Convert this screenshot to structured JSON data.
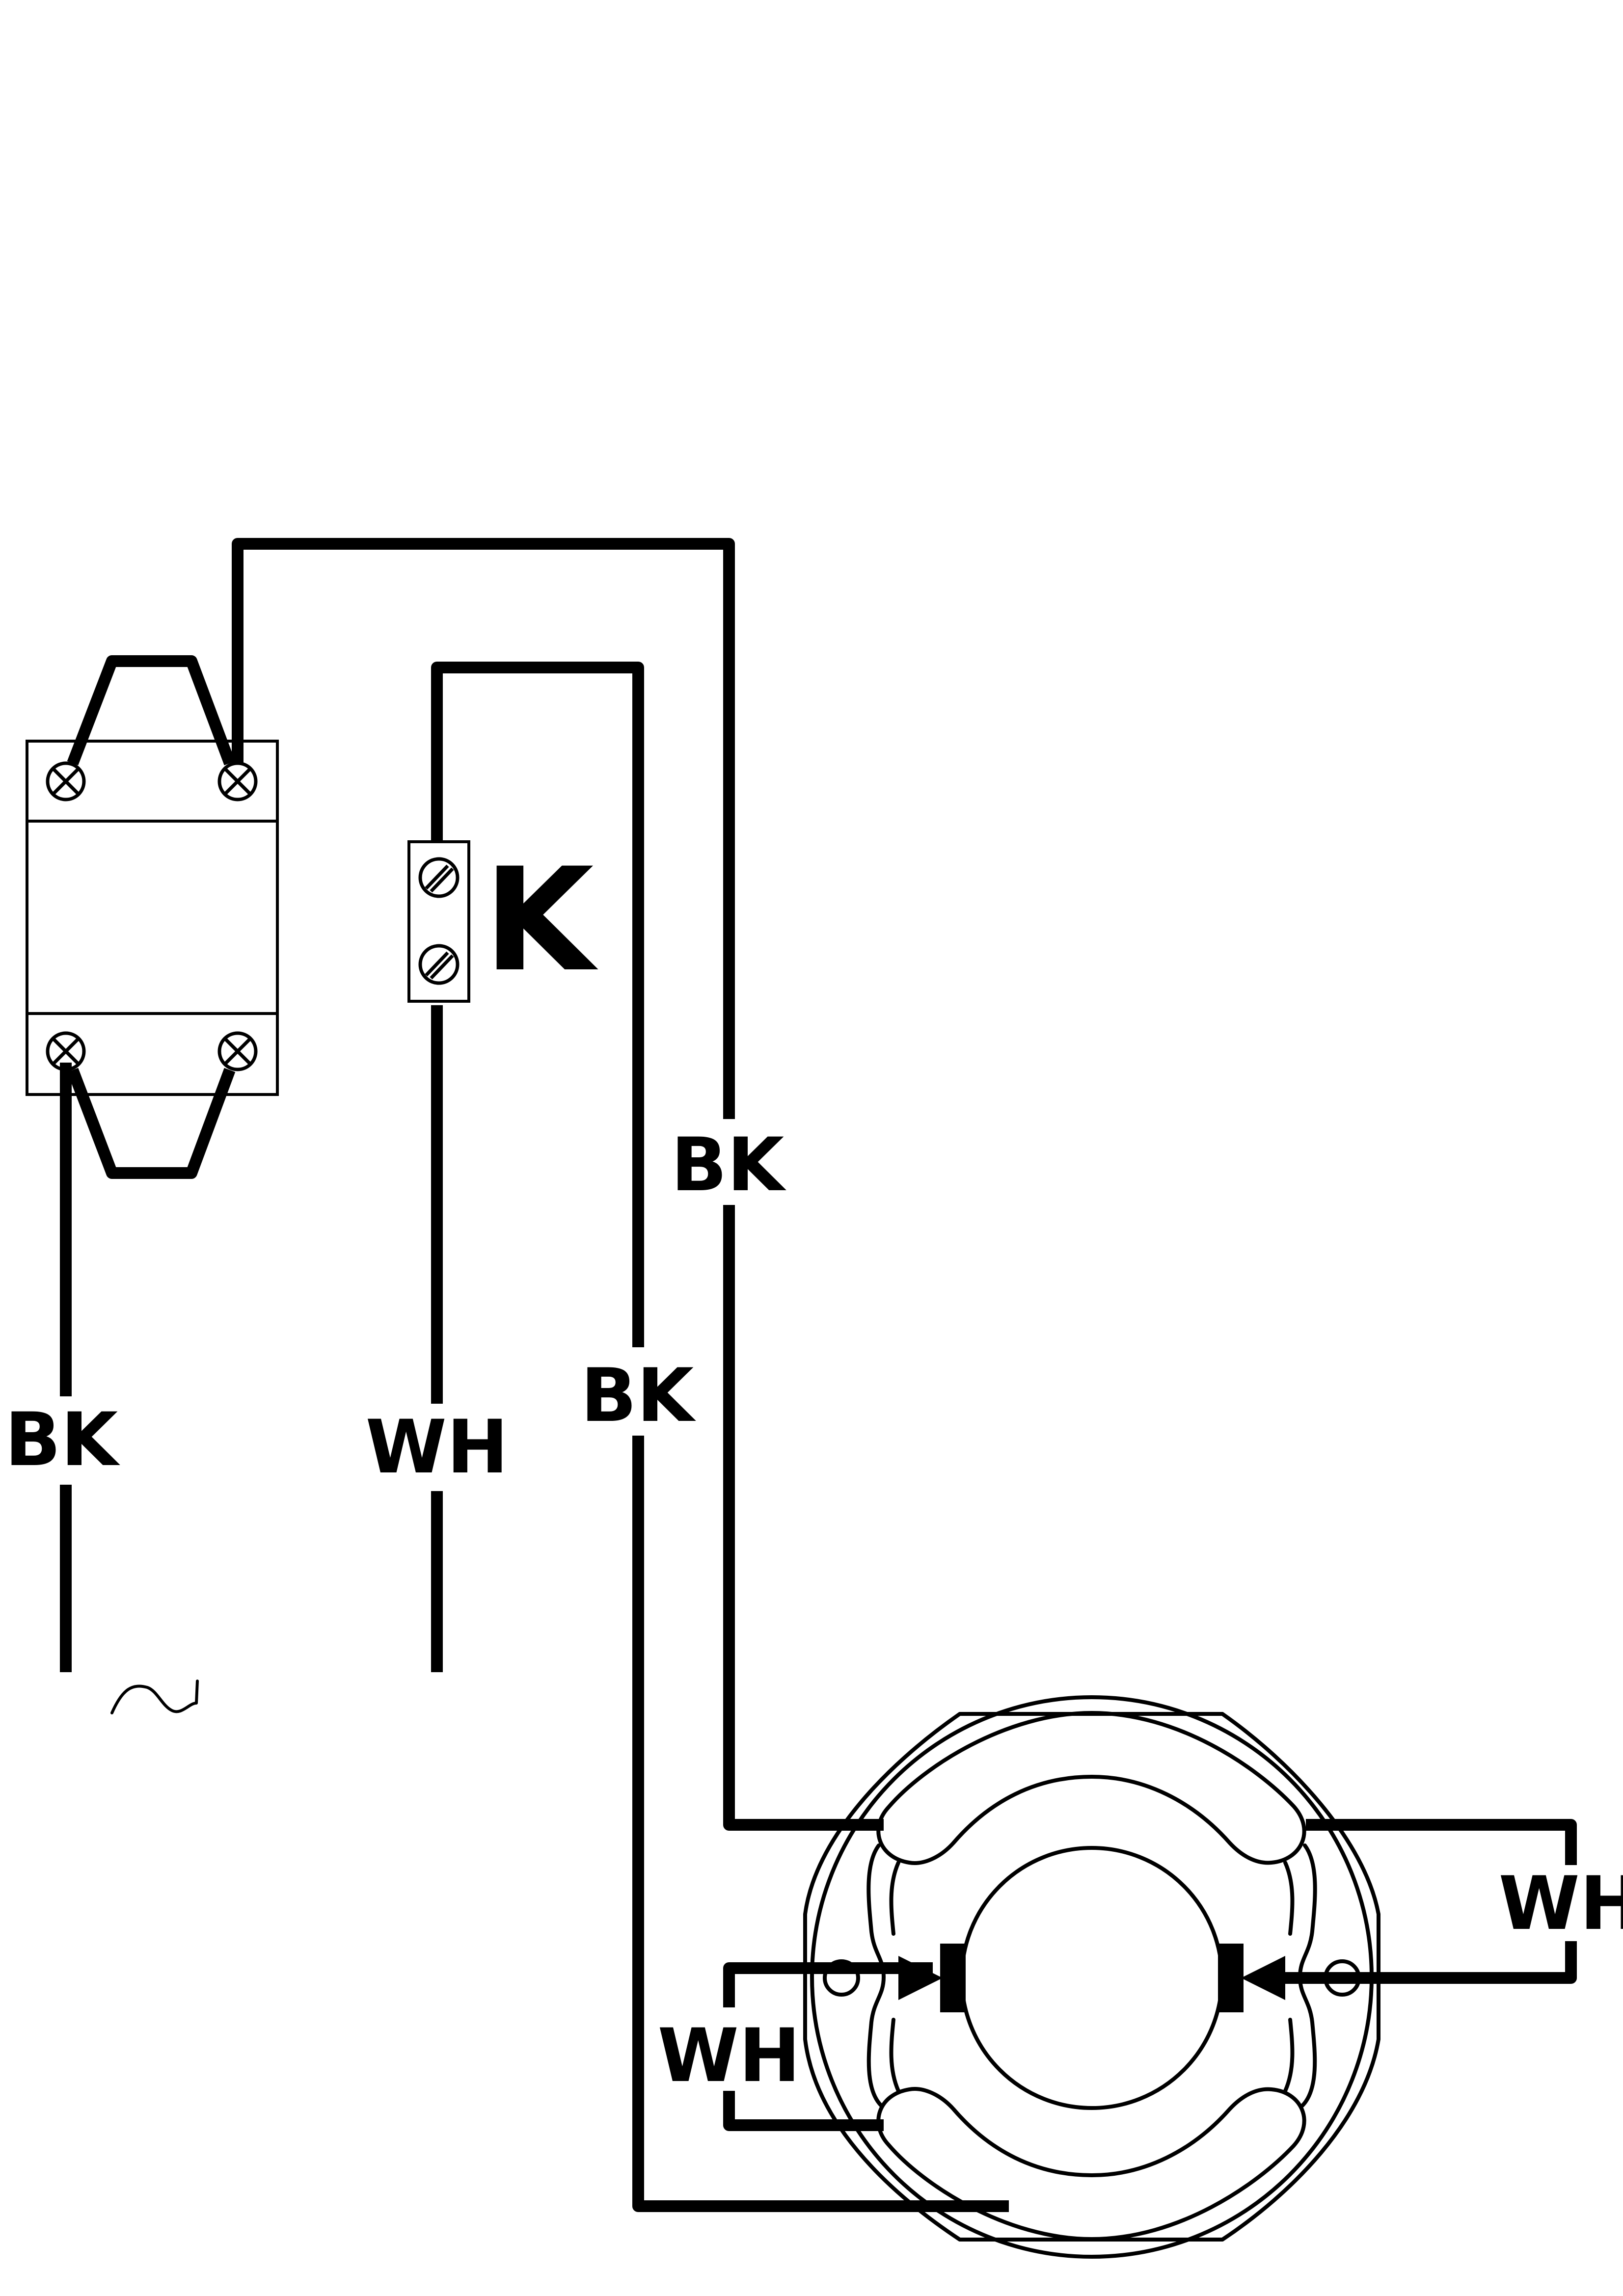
{
  "colors": {
    "ink": "#000000",
    "background": "#ffffff"
  },
  "labels": {
    "supply_phase": "BK",
    "supply_neutral": "WH",
    "ballast_to_lamp": "BK",
    "neutral_to_lamp": "BK",
    "lamp_pins_right": "WH",
    "lamp_pins_left": "WH",
    "terminal_block": "K",
    "ac_symbol": "~"
  },
  "components": [
    {
      "name": "ballast",
      "terminals": 4,
      "icon": "ballast-icon"
    },
    {
      "name": "terminal-block",
      "screws": 2,
      "icon": "screw-terminal-icon"
    },
    {
      "name": "circular-fluorescent-lamp",
      "pins": 4,
      "icon": "circline-lamp-icon"
    }
  ]
}
